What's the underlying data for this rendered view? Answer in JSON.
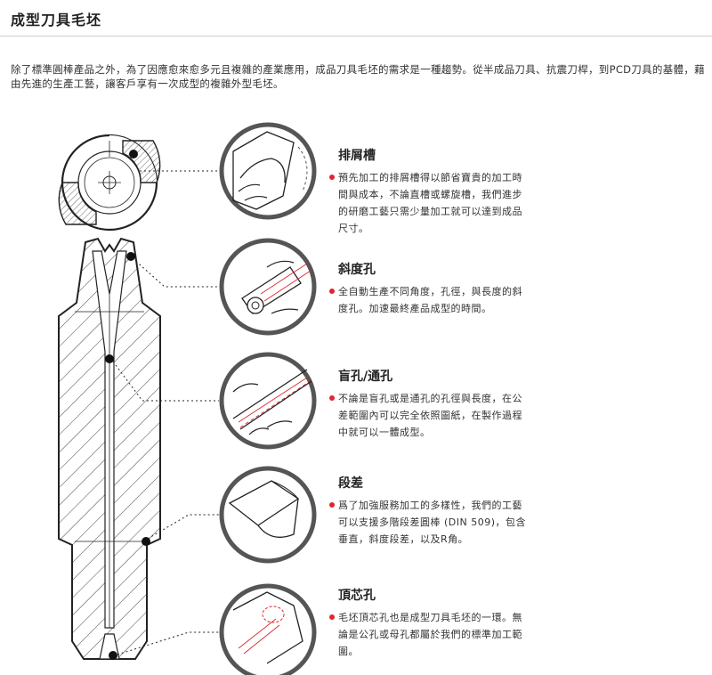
{
  "page": {
    "title": "成型刀具毛坯",
    "intro": "除了標準圓棒產品之外，為了因應愈來愈多元且複雜的產業應用，成品刀具毛坯的需求是一種趨勢。從半成品刀具、抗震刀桿，到PCD刀具的基體，藉由先進的生產工藝，讓客戶享有一次成型的複雜外型毛坯。"
  },
  "features": [
    {
      "title": "排屑槽",
      "desc": "預先加工的排屑槽得以節省寶貴的加工時間與成本，不論直槽或螺旋槽，我們進步的研磨工藝只需少量加工就可以達到成品尺寸。",
      "icon": "chip-flute-icon"
    },
    {
      "title": "斜度孔",
      "desc": "全自動生產不同角度，孔徑，與長度的斜度孔。加速最終產品成型的時間。",
      "icon": "angled-hole-icon"
    },
    {
      "title": "盲孔/通孔",
      "desc": "不論是盲孔或是通孔的孔徑與長度，在公差範圍內可以完全依照圖紙，在製作過程中就可以一體成型。",
      "icon": "blind-through-hole-icon"
    },
    {
      "title": "段差",
      "desc": "爲了加強服務加工的多樣性，我們的工藝可以支援多階段差圓棒 (DIN 509)，包含垂直，斜度段差，以及R角。",
      "icon": "step-icon"
    },
    {
      "title": "頂芯孔",
      "desc": "毛坯頂芯孔也是成型刀具毛坯的一環。無論是公孔或母孔都屬於我們的標準加工範圍。",
      "icon": "center-hole-icon"
    }
  ],
  "colors": {
    "accent": "#e0262c",
    "ring": "#555555",
    "line": "#222222",
    "hatch": "#444444"
  }
}
